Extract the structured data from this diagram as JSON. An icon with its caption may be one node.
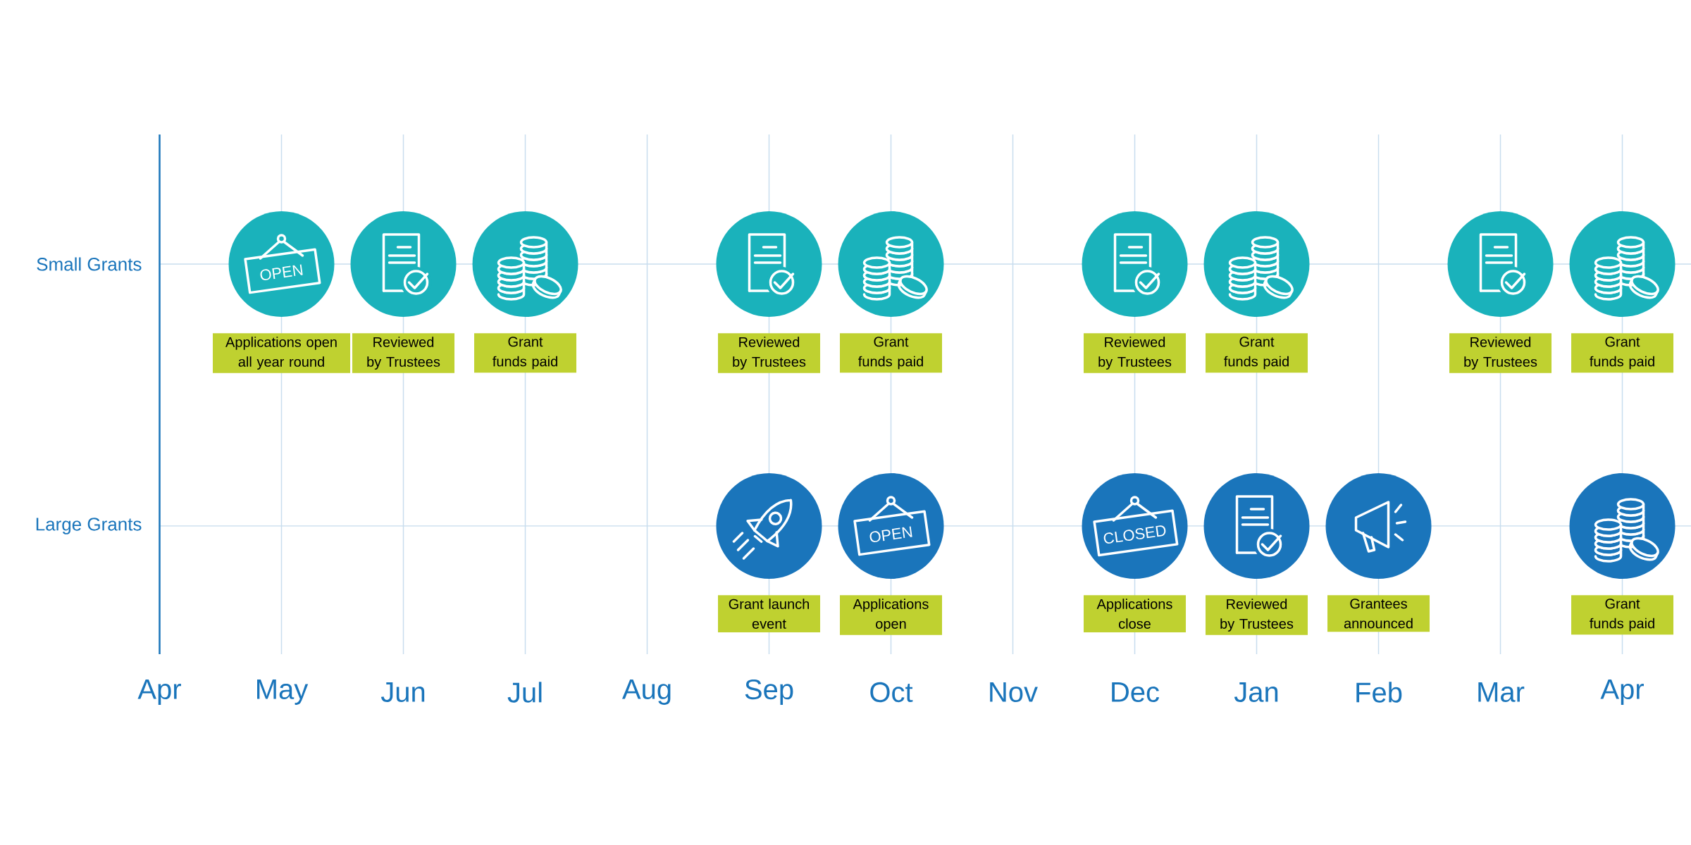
{
  "diagram": {
    "nodes": [
      {
        "text": [
          "Applications open all year round"
        ]
      },
      {
        "text": [
          "Reviewed by Trustees"
        ]
      },
      {
        "text": [
          "Grant funds paid"
        ]
      },
      {
        "text": [
          "Reviewed by Trustees"
        ]
      },
      {
        "text": [
          "Grant funds paid"
        ]
      },
      {
        "text": [
          "Reviewed by Trustees"
        ]
      },
      {
        "text": [
          "Grant funds paid"
        ]
      },
      {
        "text": [
          "Reviewed by Trustees"
        ]
      },
      {
        "text": [
          "Grant funds paid"
        ]
      },
      {
        "text": [
          "Grant launch event"
        ]
      },
      {
        "text": [
          "Applications open"
        ]
      },
      {
        "text": [
          "Applications close"
        ]
      },
      {
        "text": [
          "Reviewed by Trustees"
        ]
      },
      {
        "text": [
          "Grantees announced"
        ]
      },
      {
        "text": [
          "Grant funds paid"
        ]
      }
    ],
    "labels": [
      "Small Grants",
      "OPEN",
      "Large Grants",
      "OPEN",
      "CLOSED",
      "Apr",
      "May",
      "Jun",
      "Jul",
      "Aug",
      "Sep",
      "Oct",
      "Nov",
      "Dec",
      "Jan",
      "Feb",
      "Mar",
      "Apr"
    ]
  }
}
